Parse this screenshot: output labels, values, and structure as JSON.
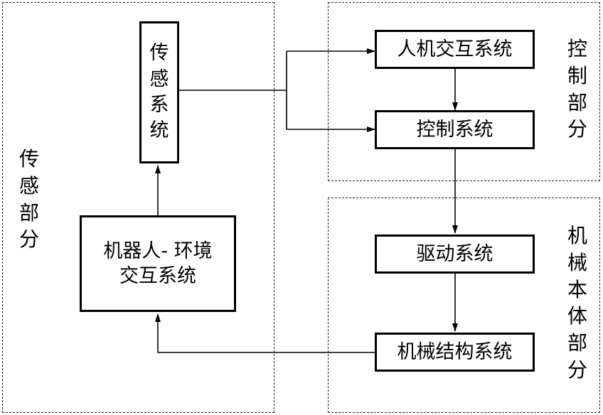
{
  "sections": {
    "sensing": "传感部分",
    "control": "控制部分",
    "mechanical": "机械本体部分"
  },
  "boxes": {
    "sensing_system": "传感系统",
    "robot_env_interaction": "机器人- 环境\n交互系统",
    "hmi_system": "人机交互系统",
    "control_system": "控制系统",
    "drive_system": "驱动系统",
    "mechanical_structure_system": "机械结构系统"
  },
  "colors": {
    "line": "#000000",
    "dashed_border": "#222222",
    "background": "#ffffff"
  }
}
